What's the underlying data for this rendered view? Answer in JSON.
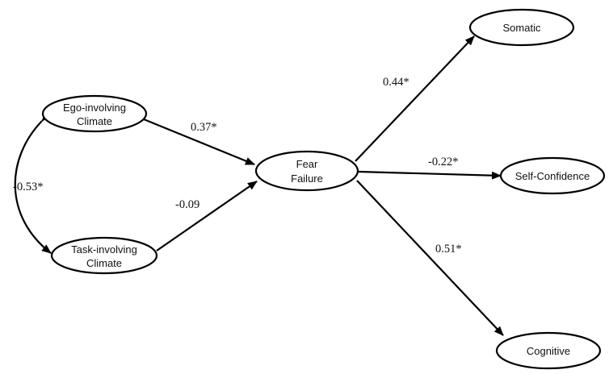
{
  "nodes": {
    "ego": {
      "line1": "Ego-involving",
      "line2": "Climate"
    },
    "task": {
      "line1": "Task-involving",
      "line2": "Climate"
    },
    "fear": {
      "line1": "Fear",
      "line2": "Failure"
    },
    "somatic": {
      "label": "Somatic"
    },
    "self_confidence": {
      "label": "Self-Confidence"
    },
    "cognitive": {
      "label": "Cognitive"
    }
  },
  "paths": {
    "ego_task": "-0.53*",
    "ego_fear": "0.37*",
    "task_fear": "-0.09",
    "fear_somatic": "0.44*",
    "fear_self_confidence": "-0.22*",
    "fear_cognitive": "0.51*"
  },
  "colors": {
    "stroke": "#000000",
    "fill": "#ffffff",
    "text": "#111111"
  }
}
